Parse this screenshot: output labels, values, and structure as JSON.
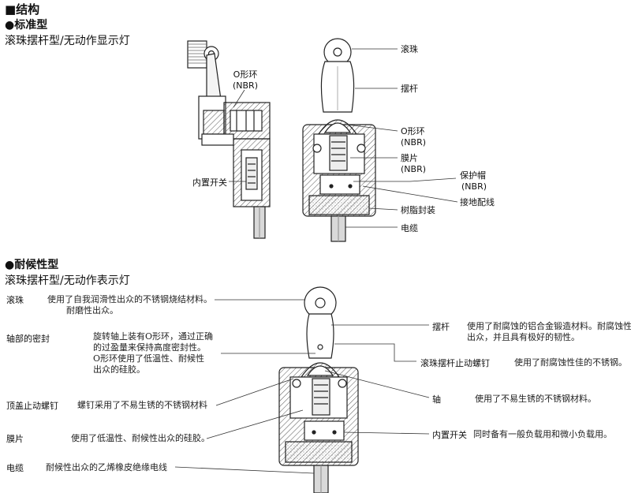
{
  "section1": {
    "heading": "■结构",
    "subheading": "●标准型",
    "title": "滚珠摆杆型/无动作显示灯",
    "labels": {
      "o_ring_left": "O形环",
      "nbr_left": "(NBR)",
      "builtin_switch": "内置开关",
      "roller": "滚珠",
      "lever": "摆杆",
      "o_ring_right": "O形环",
      "nbr_right1": "(NBR)",
      "diaphragm": "膜片",
      "nbr_right2": "(NBR)",
      "cap": "保护帽",
      "nbr_cap": "(NBR)",
      "resin_seal": "树脂封装",
      "ground_wire": "接地配线",
      "cable": "电缆"
    }
  },
  "section2": {
    "subheading": "●耐候性型",
    "title": "滚珠摆杆型/无动作表示灯",
    "left": [
      {
        "label": "滚珠",
        "desc1": "使用了自我润滑性出众的不锈钢烧结材料。",
        "desc2": "耐磨性出众。"
      },
      {
        "label": "轴部的密封",
        "desc1": "旋转轴上装有O形环，通过正确",
        "desc2": "的过盈量来保持高度密封性。",
        "desc3": "O形环使用了低温性、耐候性",
        "desc4": "出众的硅胶。"
      },
      {
        "label": "顶盖止动螺钉",
        "desc1": "螺钉采用了不易生锈的不锈钢材料"
      },
      {
        "label": "膜片",
        "desc1": "使用了低温性、耐候性出众的硅胶。"
      },
      {
        "label": "电缆",
        "desc1": "耐候性出众的乙烯橡皮绝缘电线"
      }
    ],
    "right": [
      {
        "label": "摆杆",
        "desc1": "使用了耐腐蚀的铝合金锻造材料。耐腐蚀性",
        "desc2": "出众，并且具有极好的韧性。"
      },
      {
        "label": "滚珠摆杆止动螺钉",
        "desc1": "使用了耐腐蚀性佳的不锈钢。"
      },
      {
        "label": "轴",
        "desc1": "使用了不易生锈的不锈钢材料。"
      },
      {
        "label": "内置开关",
        "desc1": "同时备有一般负载用和微小负载用。"
      }
    ]
  }
}
